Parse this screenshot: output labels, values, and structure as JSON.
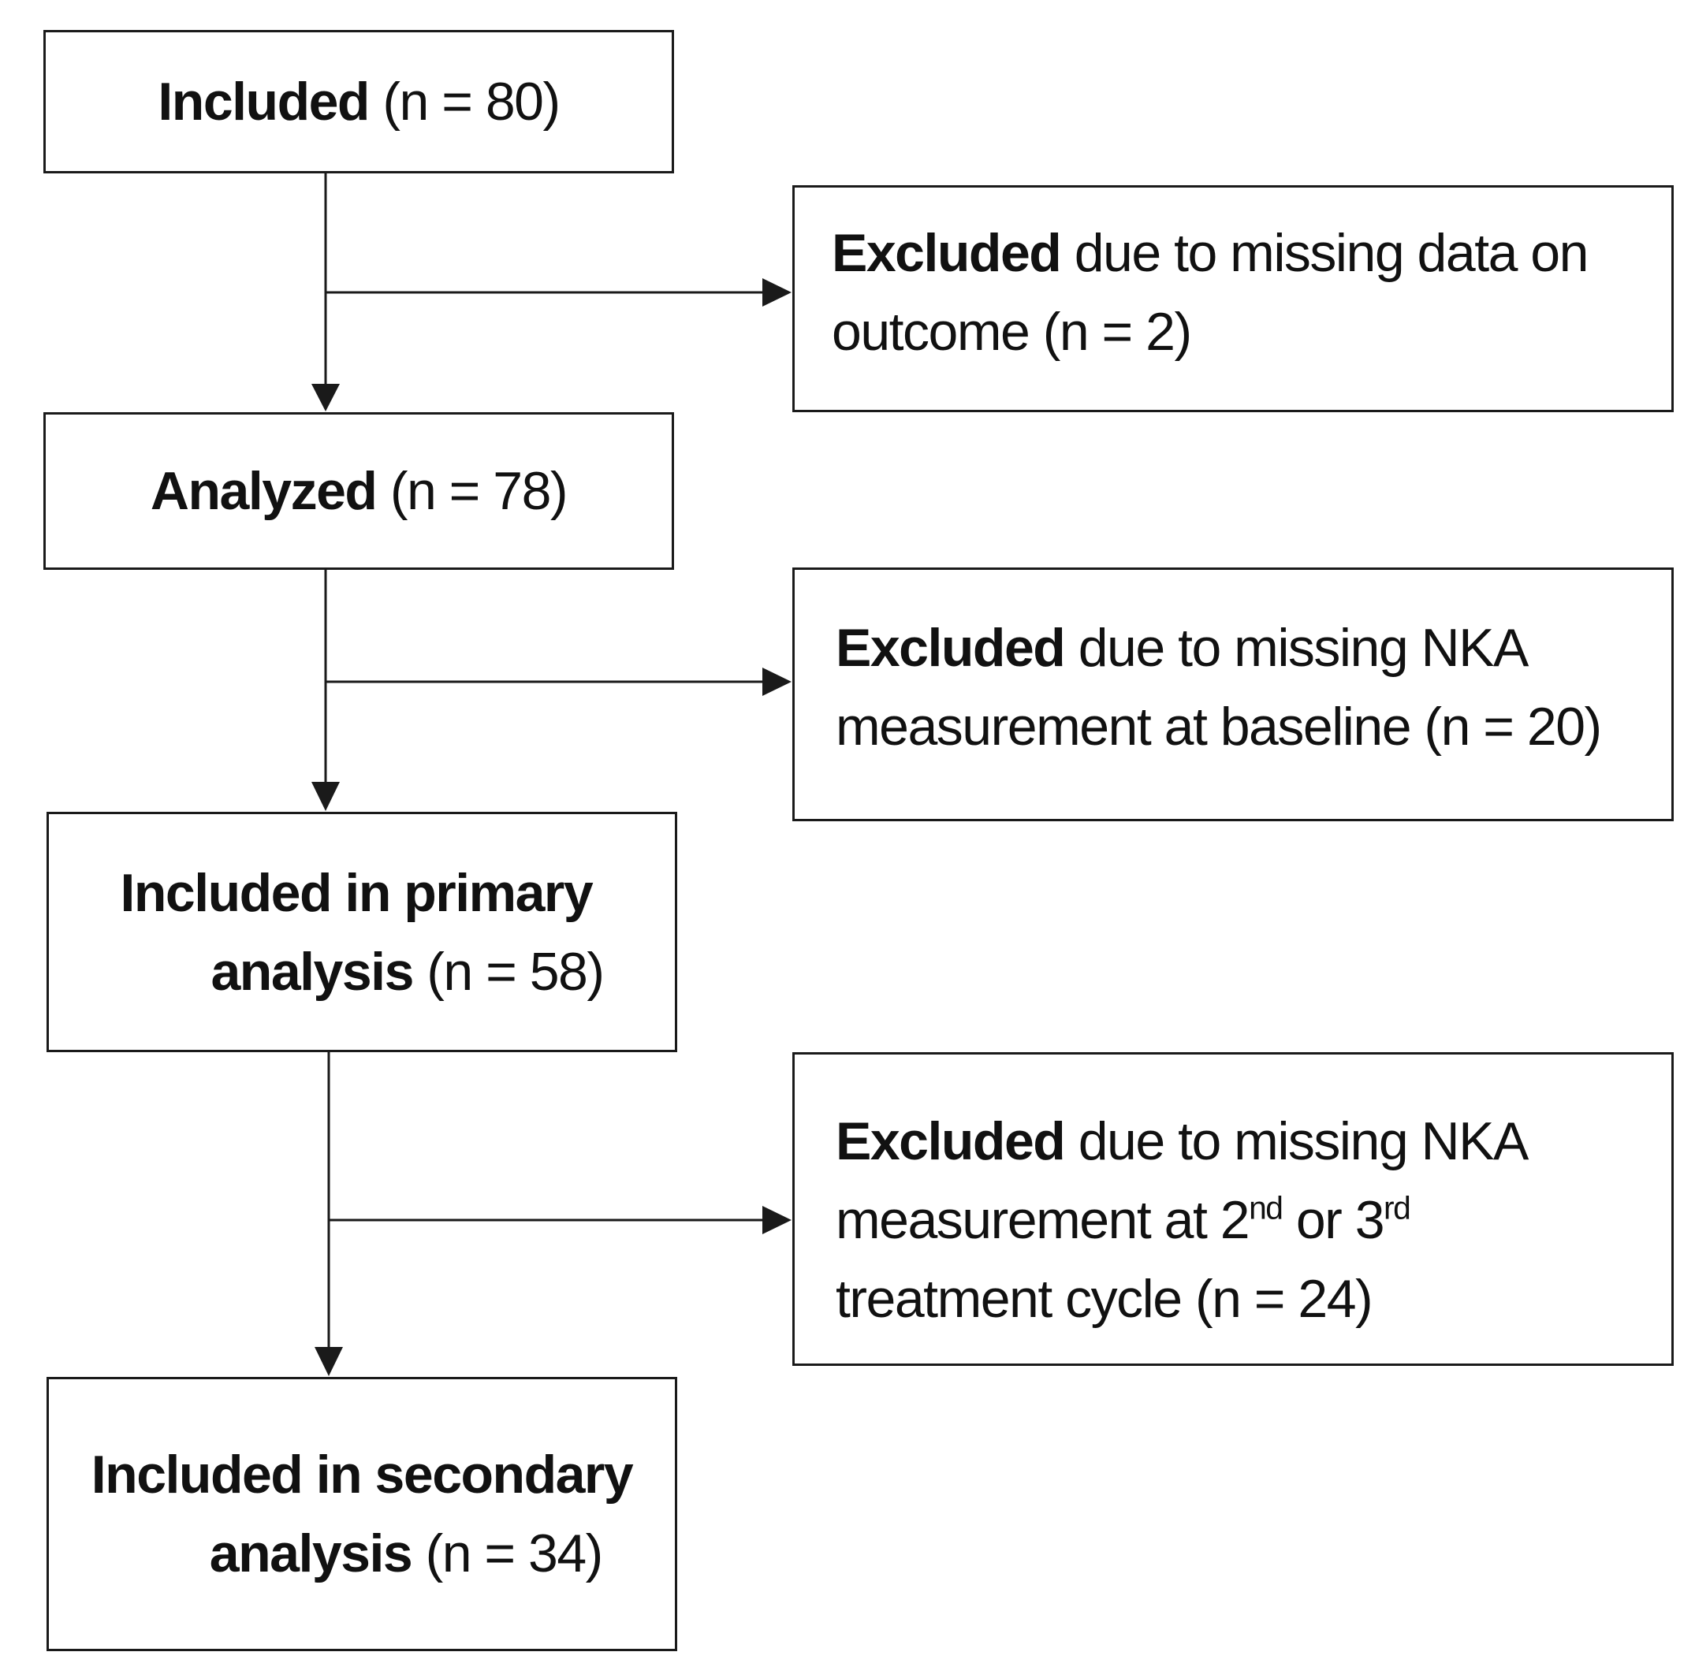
{
  "boxes": {
    "included": {
      "bold": "Included",
      "rest": " (n = 80)"
    },
    "excluded_outcome": {
      "bold": "Excluded",
      "rest_line1": " due to missing data on",
      "line2": "outcome (n = 2)"
    },
    "analyzed": {
      "bold": "Analyzed",
      "rest": " (n = 78)"
    },
    "excluded_baseline": {
      "bold": "Excluded",
      "rest_line1": " due to missing NKA",
      "line2": "measurement at baseline (n = 20)"
    },
    "primary": {
      "bold_line1": "Included in primary",
      "bold_line2": "analysis",
      "rest_line2": " (n = 58)"
    },
    "excluded_cycle": {
      "bold": "Excluded",
      "rest_line1": " due to missing NKA",
      "line2_a": "measurement at 2",
      "line2_sup1": "nd",
      "line2_b": " or 3",
      "line2_sup2": "rd",
      "line3": "treatment cycle (n = 24)"
    },
    "secondary": {
      "bold_line1": "Included in secondary",
      "bold_line2": "analysis",
      "rest_line2": " (n = 34)"
    }
  },
  "colors": {
    "line": "#1a1a1a",
    "background": "#ffffff"
  }
}
